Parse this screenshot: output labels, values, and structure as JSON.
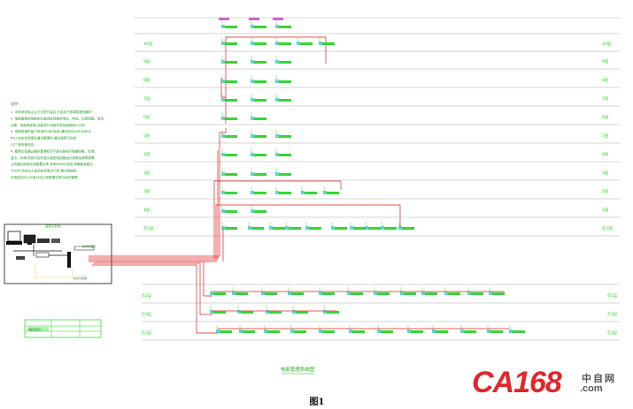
{
  "floors": [
    {
      "label": "10层"
    },
    {
      "label": "9层"
    },
    {
      "label": "8层"
    },
    {
      "label": "7层"
    },
    {
      "label": "6层"
    },
    {
      "label": "5层"
    },
    {
      "label": "4层"
    },
    {
      "label": "3层"
    },
    {
      "label": "2层"
    },
    {
      "label": "1层"
    },
    {
      "label": "负1层"
    }
  ],
  "basements": [
    {
      "label": "负2层"
    },
    {
      "label": "负3层"
    },
    {
      "label": "负3层"
    }
  ],
  "notes": {
    "heading": "说明",
    "lines": [
      "1. 本系统采用主从方式进行监控,分站设于各楼层配电箱内",
      "2. 电能管理系统能实时监测各回路的电压、电流、功率因数、有功",
      "   功率、电能等参数,并能进行远程抄表及能耗统计分析",
      "3. 电能表通讯接口采用RS485标准,通讯协议为MODBUS",
      "   RTU,由总线连接至通讯管理机,通讯速率可设定",
      "   CZT 等传输总线",
      "4. 管理主机通过通讯管理机对下层仪表进行数据采集、处理、",
      "   显示、存储,系统可实时显示各配电回路运行参数及故障报警",
      "   主机通过网络实现数据共享,采用RS485总线,传输距离超过",
      "   TCP/IP 协议与上级系统互联,并可扩展远程监控",
      "   实现监控中心与各分站之间数据交换与综合管理"
    ]
  },
  "host": {
    "title": "监控主机柜",
    "converter": "通讯管理机",
    "bus_box": "总线分配器"
  },
  "table": {
    "row1": "电能表型号"
  },
  "system_title": "电能管理系统图",
  "brand": {
    "main": "CA168",
    "cn": "中自网",
    "url": ".com"
  },
  "caption": "图1",
  "colors": {
    "line": "#c8c8c8",
    "label": "#1fd81f",
    "text": "#1e7a1e",
    "bus": "#e02020",
    "meter": "#00b4b4",
    "node": "#20d020"
  },
  "icons": [
    "computer-icon",
    "printer-icon",
    "ups-icon",
    "monitor-icon"
  ]
}
